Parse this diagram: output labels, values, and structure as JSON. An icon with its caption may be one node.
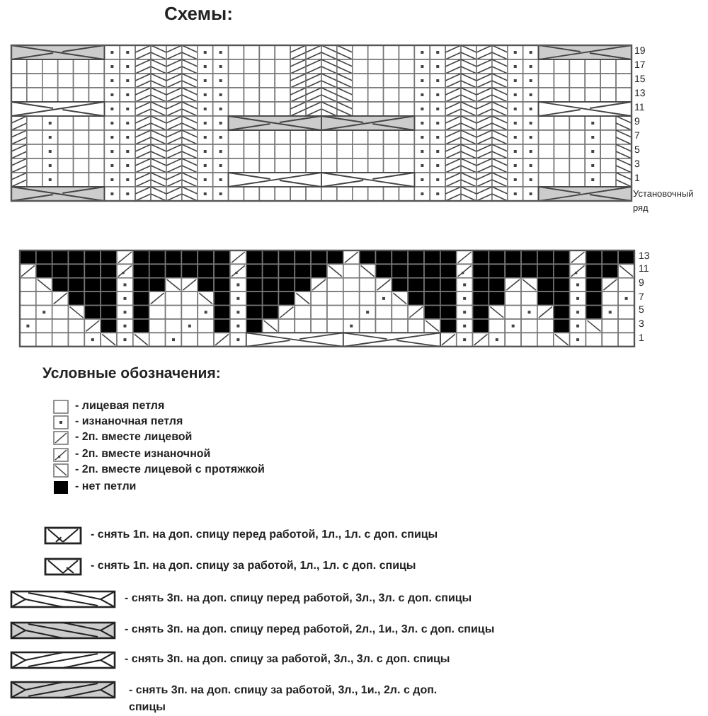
{
  "diagram": {
    "title": "Схемы:",
    "labels": [
      "19",
      "17",
      "15",
      "13",
      "11",
      "9",
      "7",
      "5",
      "3",
      "1",
      "Установочный ряд",
      "13",
      "11",
      "9",
      "7",
      "5",
      "3",
      "1",
      "Условные обозначения:"
    ],
    "legend": [
      {
        "text": "- лицевая петля"
      },
      {
        "text": "- изнаночная петля"
      },
      {
        "text": "- 2п. вместе лицевой"
      },
      {
        "text": "- 2п. вместе изнаночной"
      },
      {
        "text": "- 2п. вместе лицевой с протяжкой"
      },
      {
        "text": "- нет петли",
        "color": "#000000"
      },
      {
        "text": "- снять 1п. на доп. спицу перед работой, 1л., 1л. с доп. спицы"
      },
      {
        "text": "- снять 1п. на доп. спицу за работой, 1л., 1л. с доп. спицы"
      },
      {
        "text": "- снять 3п. на доп. спицу перед работой, 3л., 3л. с доп. спицы"
      },
      {
        "text": "- снять 3п. на доп. спицу перед работой, 2л., 1и., 3л. с доп. спицы"
      },
      {
        "text": "- снять 3п. на доп. спицу за работой, 3л., 3л. с доп. спицы"
      },
      {
        "text": "- снять 3п. на доп. спицу за работой,  3л., 1и., 2л. с доп. спицы"
      }
    ]
  }
}
